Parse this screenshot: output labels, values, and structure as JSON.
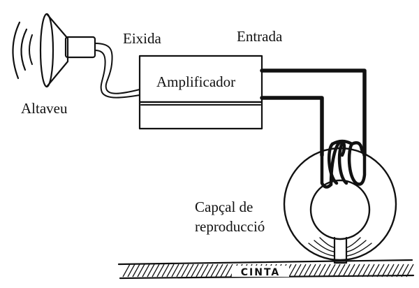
{
  "labels": {
    "speaker": "Altaveu",
    "output": "Eixida",
    "input": "Entrada",
    "amplifier": "Amplificador",
    "head_line1": "Capçal de",
    "head_line2": "reproducció",
    "tape": "CINTA"
  },
  "colors": {
    "ink": "#111111",
    "background": "#ffffff"
  }
}
